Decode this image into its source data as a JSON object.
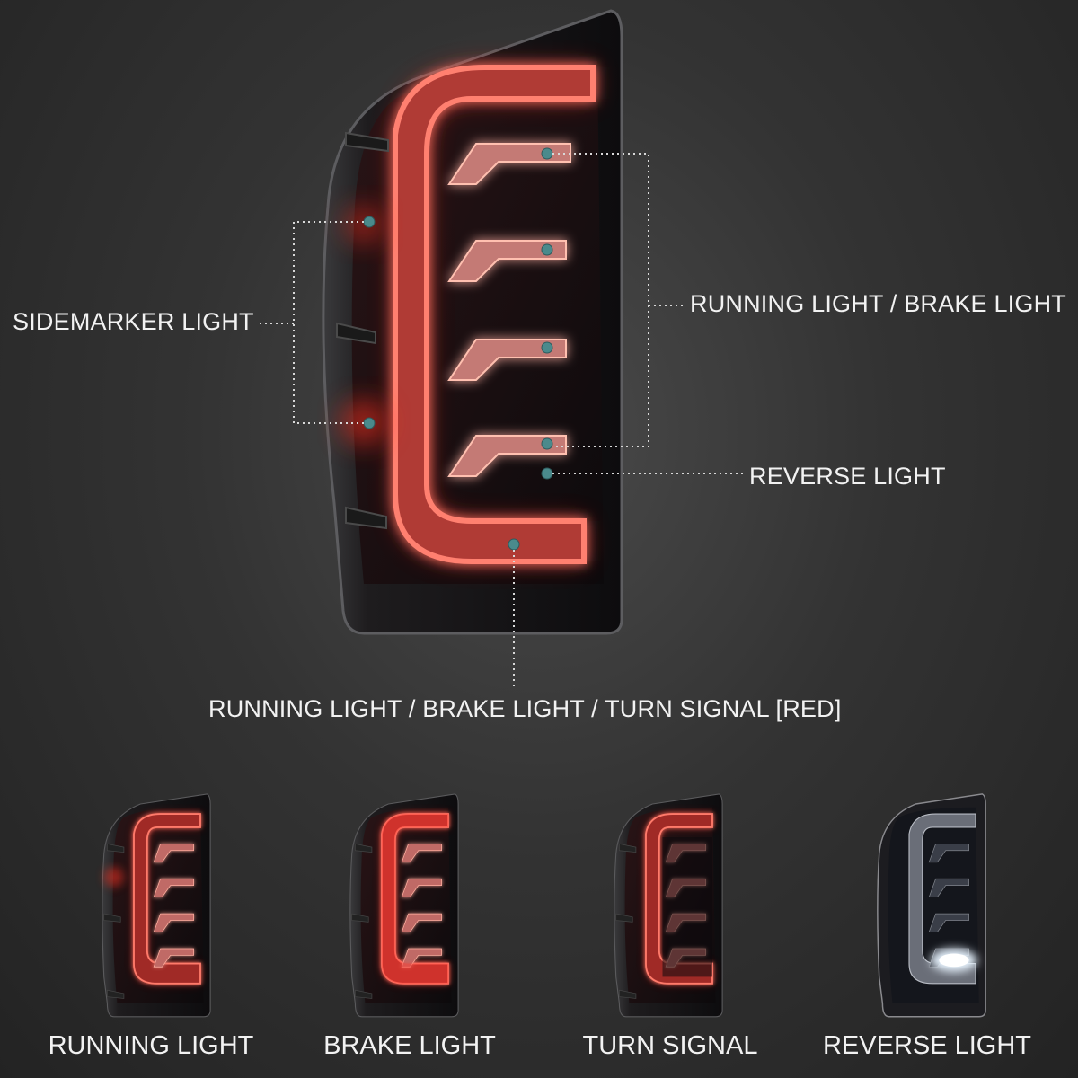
{
  "callouts": {
    "sidemarker": "SIDEMARKER LIGHT",
    "running_brake": "RUNNING LIGHT / BRAKE LIGHT",
    "reverse": "REVERSE LIGHT",
    "running_brake_turn": "RUNNING LIGHT / BRAKE LIGHT / TURN SIGNAL [RED]"
  },
  "modes": [
    {
      "label": "RUNNING LIGHT"
    },
    {
      "label": "BRAKE LIGHT"
    },
    {
      "label": "TURN SIGNAL"
    },
    {
      "label": "REVERSE LIGHT"
    }
  ],
  "colors": {
    "led_red": "#ff5a4e",
    "marker_dot": "#4a8a8c",
    "reverse_white": "#e8f4ff"
  }
}
